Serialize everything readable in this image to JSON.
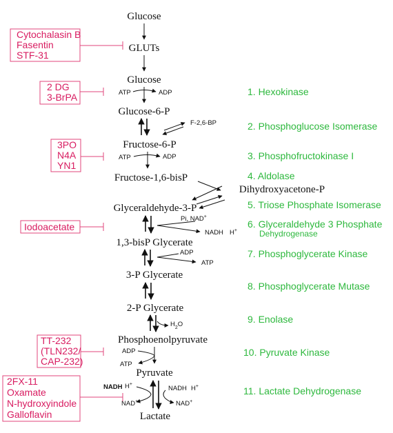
{
  "metabolites": {
    "glucose_top": "Glucose",
    "gluts": "GLUTs",
    "glucose": "Glucose",
    "g6p": "Glucose-6-P",
    "f6p": "Fructose-6-P",
    "f16bp": "Fructose-1,6-bisP",
    "dhap": "Dihydroxyacetone-P",
    "g3p": "Glyceraldehyde-3-P",
    "bpg13": "1,3-bisP Glycerate",
    "pg3": "3-P Glycerate",
    "pg2": "2-P Glycerate",
    "pep": "Phosphoenolpyruvate",
    "pyruvate": "Pyruvate",
    "lactate": "Lactate"
  },
  "cofactors": {
    "atp1": "ATP",
    "adp1": "ADP",
    "f26bp": "F-2,6-BP",
    "atp2": "ATP",
    "adp2": "ADP",
    "pi_nad": "Pi, NAD",
    "nadh1": "NADH",
    "h1": "H",
    "adp3": "ADP",
    "atp3": "ATP",
    "h2o": "H",
    "h2o_sub": "2",
    "h2o_o": "O",
    "adp4": "ADP",
    "atp4": "ATP",
    "nadh_left": "NADH",
    "h_left": "H",
    "nadh_right": "NADH",
    "h_right": "H",
    "nad_left": "NAD",
    "nad_right": "NAD",
    "plus": "+"
  },
  "enzymes": [
    "1. Hexokinase",
    "2. Phosphoglucose Isomerase",
    "3. Phosphofructokinase I",
    "4. Aldolase",
    "5. Triose Phosphate Isomerase",
    "6. Glyceraldehyde 3 Phosphate",
    "Dehydrogenase",
    "7. Phosphoglycerate Kinase",
    "8. Phosphoglycerate Mutase",
    "9. Enolase",
    "10. Pyruvate Kinase",
    "11. Lactate Dehydrogenase"
  ],
  "inhibitors": {
    "gluts": [
      "Cytochalasin B",
      "Fasentin",
      "STF-31"
    ],
    "hexokinase": [
      "2 DG",
      "3-BrPA"
    ],
    "pfk": [
      "3PO",
      "N4A",
      "YN1"
    ],
    "gapdh": [
      "Iodoacetate"
    ],
    "pk": [
      "TT-232",
      "(TLN232/",
      "CAP-232)"
    ],
    "ldh": [
      "2FX-11",
      "Oxamate",
      "N-hydroxyindole",
      "Galloflavin"
    ]
  },
  "colors": {
    "enzyme": "#2db83d",
    "inhibitor": "#d81b60",
    "inhibitor_box": "#e0457b",
    "text": "#111111"
  }
}
